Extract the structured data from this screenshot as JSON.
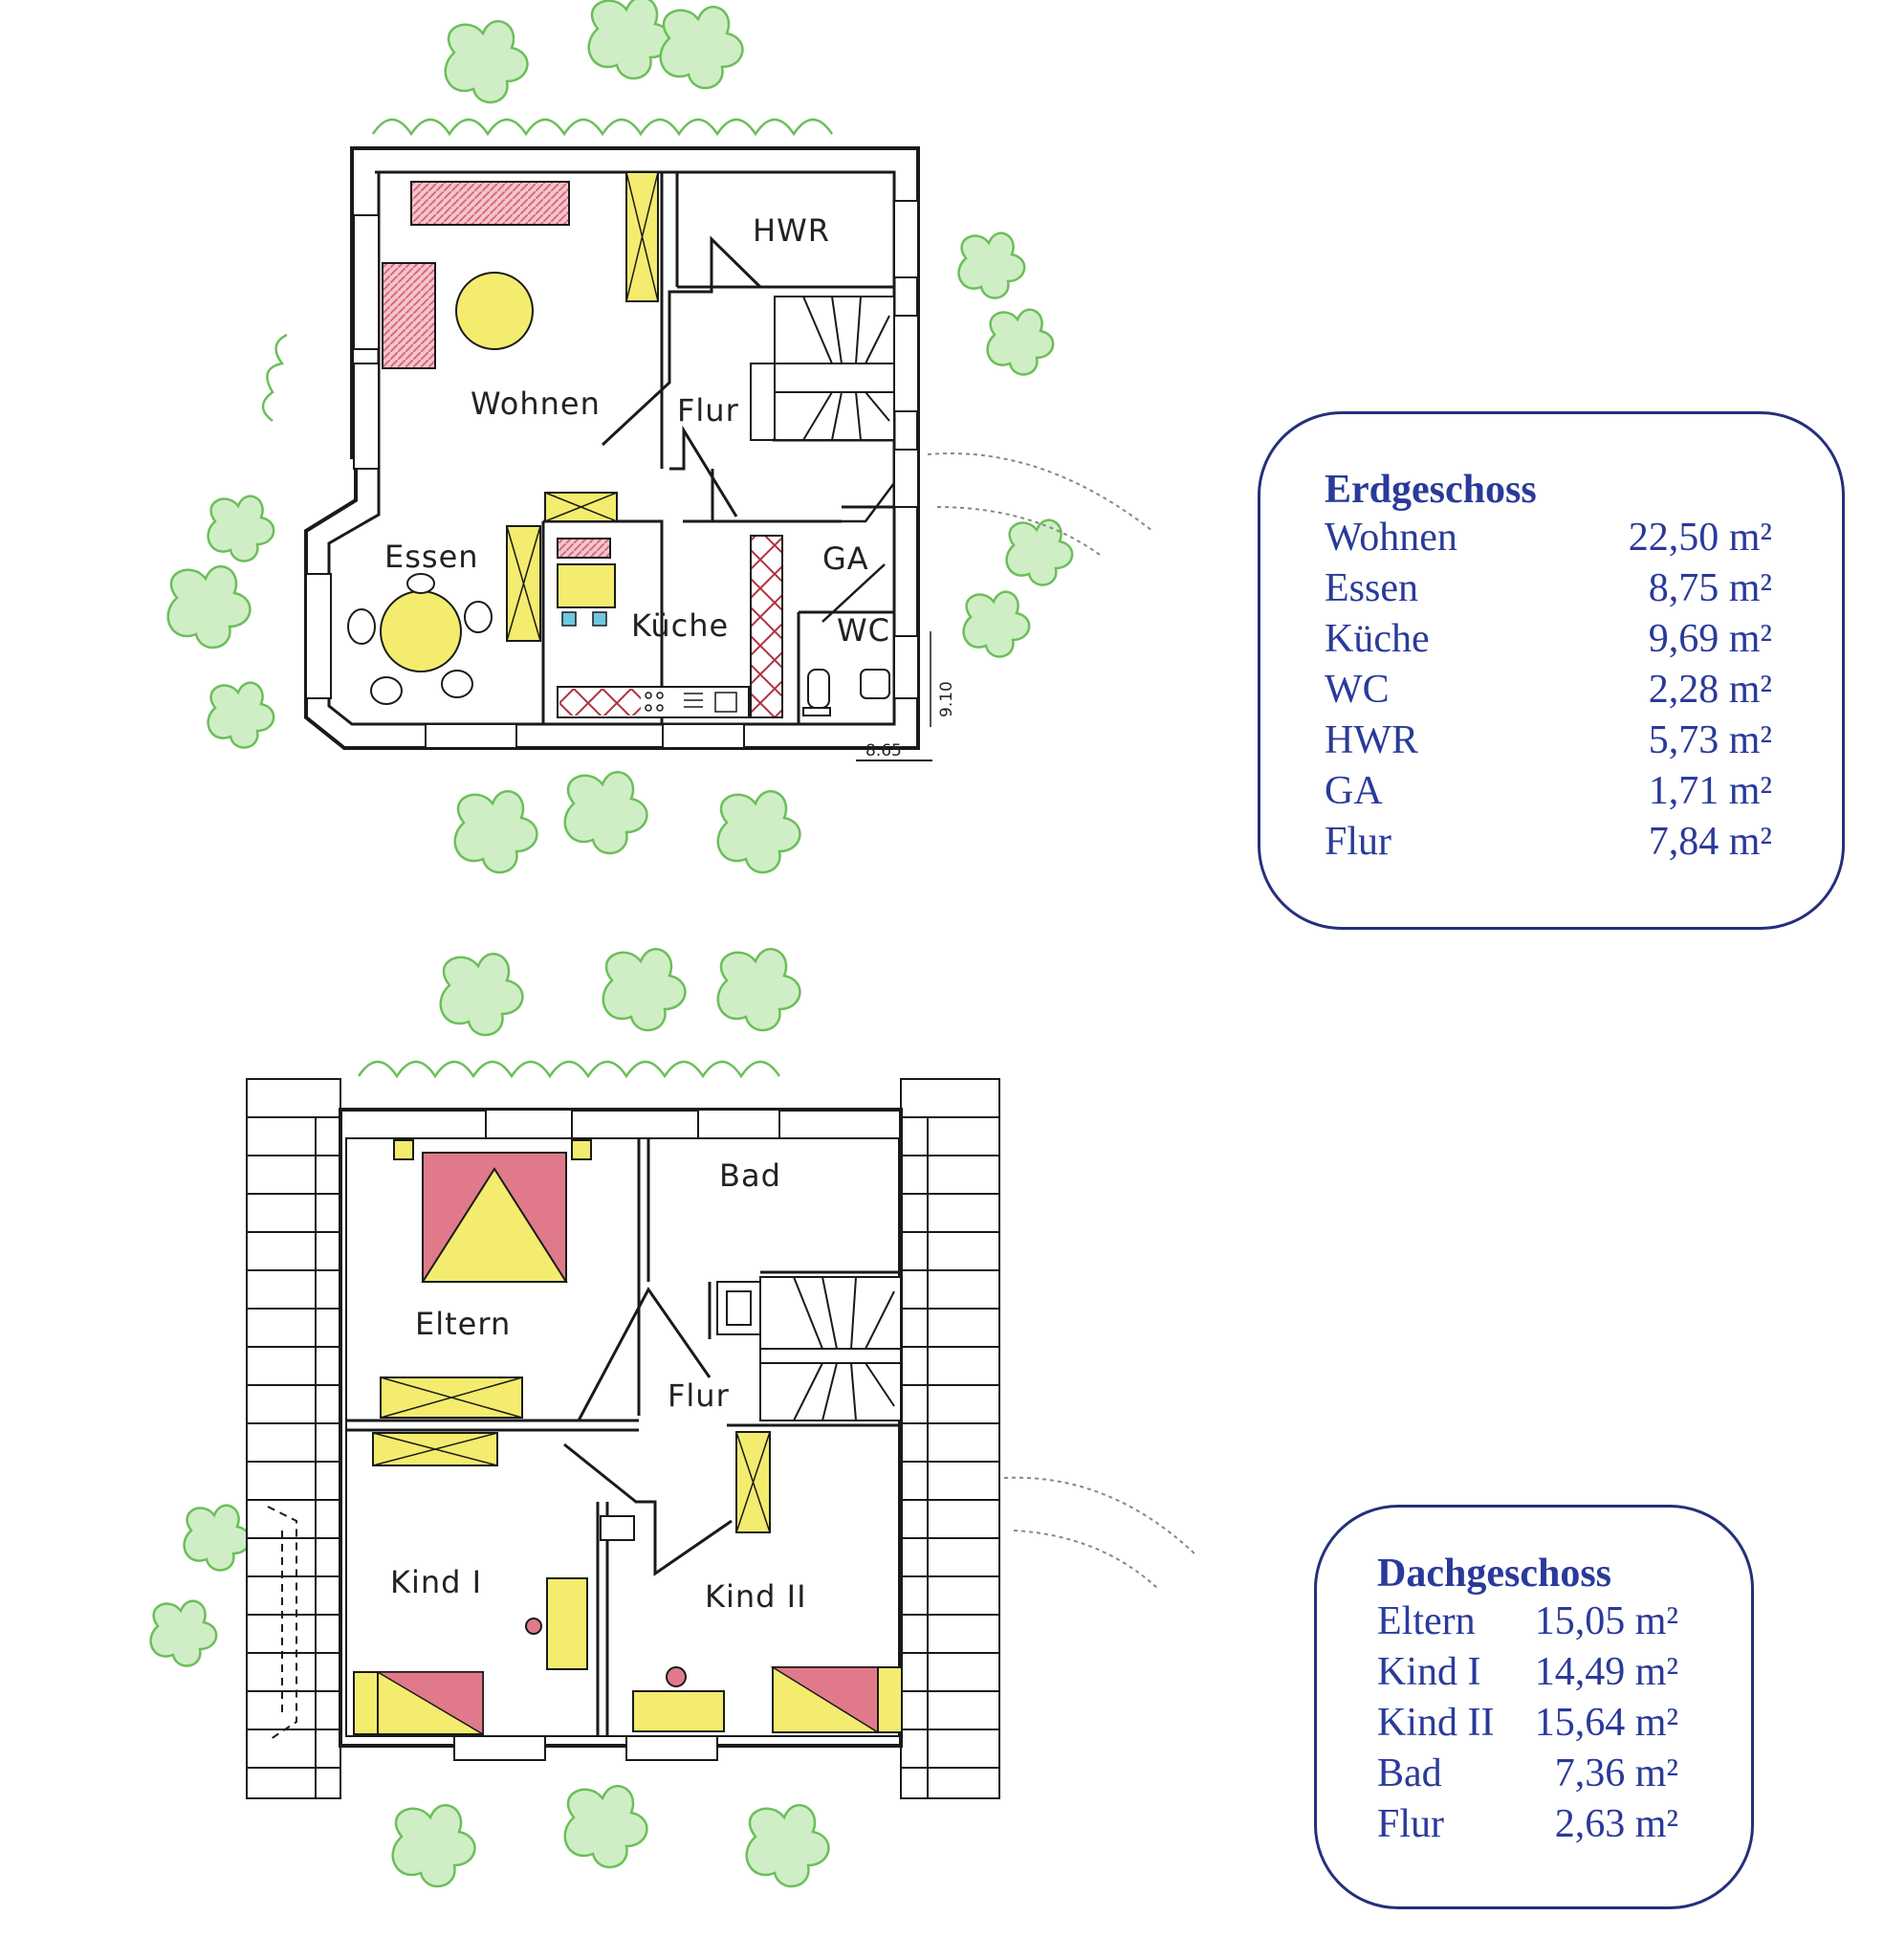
{
  "erdgeschoss": {
    "rooms": {
      "wohnen": "Wohnen",
      "flur": "Flur",
      "hwr": "HWR",
      "essen": "Essen",
      "kueche": "Küche",
      "ga": "GA",
      "wc": "WC"
    },
    "dim_width": "8.65",
    "dim_depth": "9.10",
    "table": {
      "title": "Erdgeschoss",
      "rows": [
        {
          "room": "Wohnen",
          "area": "22,50 m²"
        },
        {
          "room": "Essen",
          "area": "8,75 m²"
        },
        {
          "room": "Küche",
          "area": "9,69 m²"
        },
        {
          "room": "WC",
          "area": "2,28 m²"
        },
        {
          "room": "HWR",
          "area": "5,73 m²"
        },
        {
          "room": "GA",
          "area": "1,71 m²"
        },
        {
          "room": "Flur",
          "area": "7,84 m²"
        }
      ]
    }
  },
  "dachgeschoss": {
    "rooms": {
      "bad": "Bad",
      "eltern": "Eltern",
      "flur": "Flur",
      "kind1": "Kind I",
      "kind2": "Kind II"
    },
    "table": {
      "title": "Dachgeschoss",
      "rows": [
        {
          "room": "Eltern",
          "area": "15,05 m²"
        },
        {
          "room": "Kind I",
          "area": "14,49 m²"
        },
        {
          "room": "Kind II",
          "area": "15,64 m²"
        },
        {
          "room": "Bad",
          "area": "7,36 m²"
        },
        {
          "room": "Flur",
          "area": "2,63 m²"
        }
      ]
    }
  },
  "colors": {
    "wall": "#1a1a1a",
    "foliage": "#6bbf59",
    "red_fill": "#e07a8a",
    "yellow_fill": "#f3ec6e",
    "table_text": "#2a3a9a",
    "table_border": "#24307a"
  }
}
